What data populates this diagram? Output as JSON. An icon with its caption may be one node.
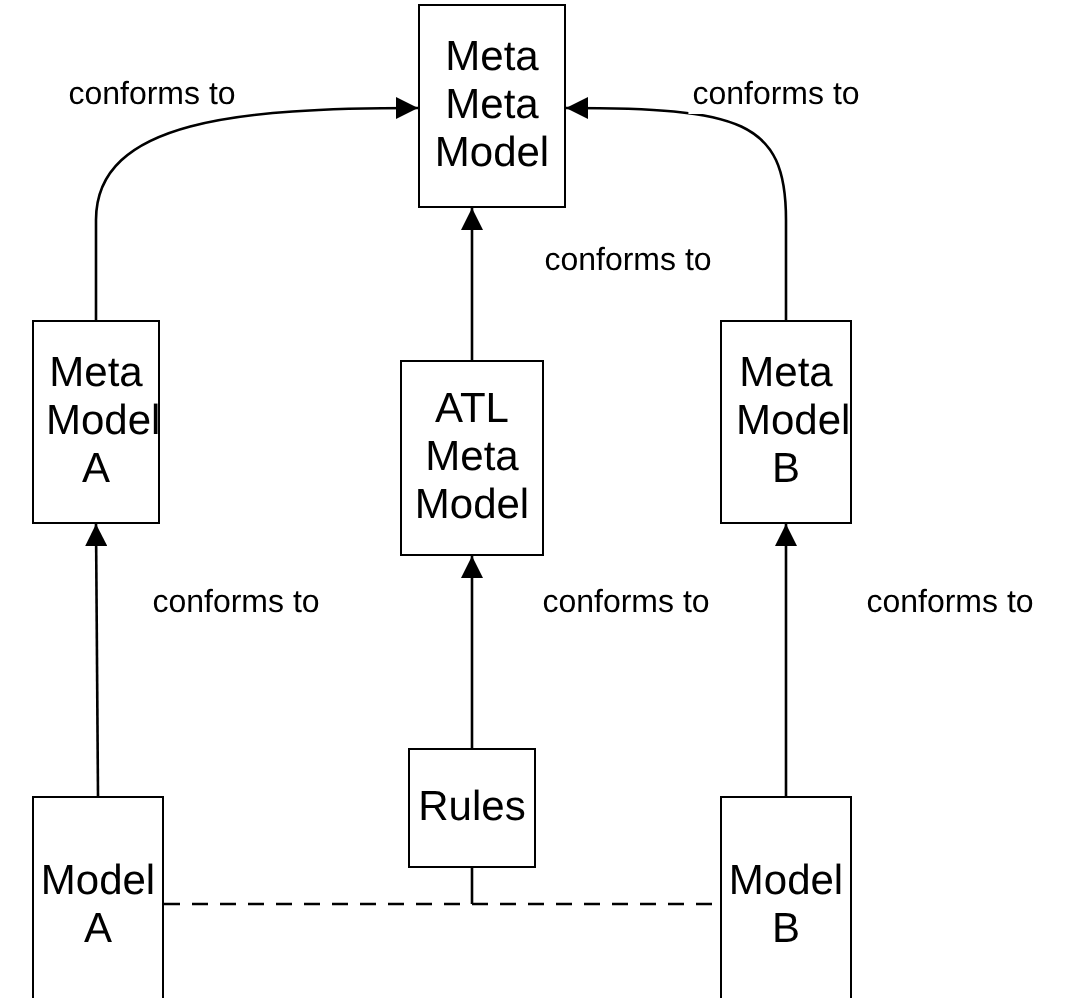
{
  "diagram": {
    "nodes": [
      {
        "text": [
          "Meta Meta Model"
        ]
      },
      {
        "text": [
          "Meta Model A"
        ]
      },
      {
        "text": [
          "ATL Meta Model"
        ]
      },
      {
        "text": [
          "Meta Model B"
        ]
      },
      {
        "text": [
          "Rules"
        ]
      },
      {
        "text": [
          "Model A"
        ]
      },
      {
        "text": [
          "Model B"
        ]
      }
    ],
    "edges": [
      {
        "from": 1,
        "to": 0,
        "arrow": "to",
        "label": "conforms to"
      },
      {
        "from": 3,
        "to": 0,
        "arrow": "to",
        "label": "conforms to"
      },
      {
        "from": 2,
        "to": 0,
        "arrow": "to",
        "label": "conforms to"
      },
      {
        "from": 5,
        "to": 1,
        "arrow": "to",
        "label": "conforms to"
      },
      {
        "from": 4,
        "to": 2,
        "arrow": "to",
        "label": "conforms to"
      },
      {
        "from": 6,
        "to": 3,
        "arrow": "to",
        "label": "conforms to"
      },
      {
        "from": 5,
        "to": 6,
        "arrow": "none",
        "style": "dashed"
      },
      {
        "from": 4,
        "to": null,
        "arrow": "none"
      }
    ]
  }
}
